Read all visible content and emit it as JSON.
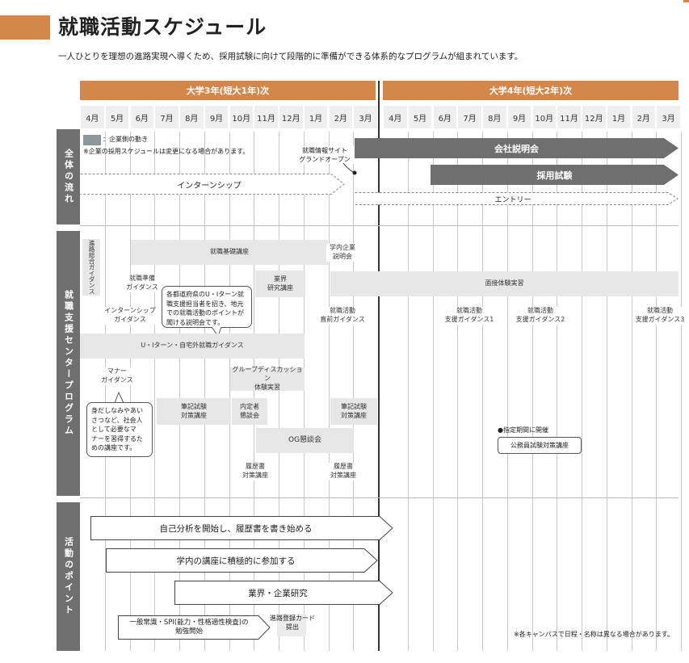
{
  "page": {
    "title": "就職活動スケジュール",
    "subtitle": "一人ひとりを理想の進路実現へ導くため、採用試験に向けて段階的に準備ができる体系的なプログラムが組まれています。"
  },
  "years": [
    "大学3年(短大1年)次",
    "大学4年(短大2年)次"
  ],
  "months": [
    "4月",
    "5月",
    "6月",
    "7月",
    "8月",
    "9月",
    "10月",
    "11月",
    "12月",
    "1月",
    "2月",
    "3月",
    "4月",
    "5月",
    "6月",
    "7月",
    "8月",
    "9月",
    "10月",
    "11月",
    "12月",
    "1月",
    "2月",
    "3月"
  ],
  "sections": {
    "overall": "全体の流れ",
    "program": "就職支援センタープログラム",
    "points": "活動のポイント"
  },
  "legend": {
    "label": "：企業側の動き",
    "note": "※企業の採用スケジュールは変更になる場合があります。",
    "color": "#8d969b"
  },
  "flow": {
    "site_open": [
      "就職情報サイト",
      "グランドオープン"
    ],
    "company_briefing": "会社説明会",
    "recruit_exam": "採用試験",
    "internship": "インターンシップ",
    "entry": "エントリー"
  },
  "program": {
    "career_guidance": "進路総合ガイダンス",
    "basic_course": "就職基礎講座",
    "campus_briefing": [
      "学内企業",
      "説明会"
    ],
    "prep_guidance": [
      "就職準備",
      "ガイダンス"
    ],
    "industry_course": [
      "業界",
      "研究講座"
    ],
    "interview_practice": "面接体験実習",
    "internship_guidance": [
      "インターンシップ",
      "ガイダンス"
    ],
    "pre_guidance": [
      "就職活動",
      "直前ガイダンス"
    ],
    "support_guidance_1": [
      "就職活動",
      "支援ガイダンス1"
    ],
    "support_guidance_2": [
      "就職活動",
      "支援ガイダンス2"
    ],
    "support_guidance_3": [
      "就職活動",
      "支援ガイダンス3"
    ],
    "u_i_turn": "U・Iターン・自宅外就職ガイダンス",
    "u_i_callout": [
      "各都道府県のU・Iターン就",
      "職支援担当者を招き、地元",
      "での就職活動のポイントが",
      "聞ける説明会です。"
    ],
    "manner": [
      "マナー",
      "ガイダンス"
    ],
    "manner_callout": [
      "身だしなみやあい",
      "さつなど、社会人",
      "として必要なマ",
      "ナーを習得するた",
      "めの講座です。"
    ],
    "group_discussion": [
      "グループディスカッション",
      "体験実習"
    ],
    "written_1": [
      "筆記試験",
      "対策講座"
    ],
    "naitei": [
      "内定者",
      "懇談会"
    ],
    "written_2": [
      "筆記試験",
      "対策講座"
    ],
    "og": "OG懇談会",
    "resume_1": [
      "履歴書",
      "対策講座"
    ],
    "resume_2": [
      "履歴書",
      "対策講座"
    ],
    "designated_period": "●指定期間に開催",
    "civil_service": "公務員試験対策講座"
  },
  "points": {
    "p1": "自己分析を開始し、履歴書を書き始める",
    "p2": "学内の講座に積極的に参加する",
    "p3": "業界・企業研究",
    "p4": [
      "一般常識・SPI(能力・性格適性検査)の",
      "勉強開始"
    ],
    "p5": [
      "進路登録カード",
      "提出"
    ],
    "footnote": "※各キャンパスで日程・名称は異なる場合があります。"
  }
}
